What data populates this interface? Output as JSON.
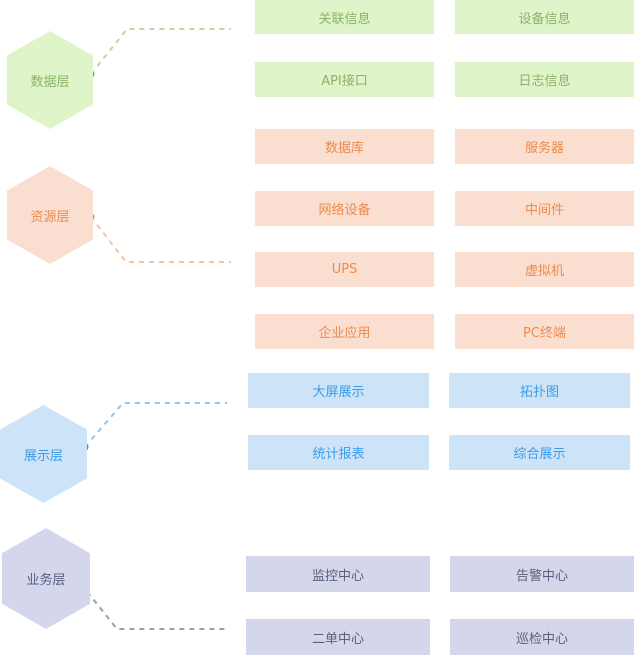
{
  "layers": [
    {
      "id": "data",
      "label": "数据层",
      "colors": {
        "fill": "#e0f4c9",
        "text": "#8cb369",
        "accent": "#7fa85a",
        "line": "#bcd9a0"
      },
      "items": [
        "关联信息",
        "设备信息",
        "API接口",
        "日志信息"
      ]
    },
    {
      "id": "resource",
      "label": "资源层",
      "colors": {
        "fill": "#fadfd1",
        "text": "#ec8b4d",
        "accent": "#f08a45",
        "line": "#f5c39f"
      },
      "items": [
        "数据库",
        "服务器",
        "网络设备",
        "中间件",
        "UPS",
        "虚拟机",
        "企业应用",
        "PC终端"
      ]
    },
    {
      "id": "display",
      "label": "展示层",
      "colors": {
        "fill": "#cde4f8",
        "text": "#3b9be8",
        "accent": "#2f93ec",
        "line": "#8cc6f2"
      },
      "items": [
        "大屏展示",
        "拓扑图",
        "统计报表",
        "综合展示"
      ]
    },
    {
      "id": "business",
      "label": "业务层",
      "colors": {
        "fill": "#d4d6ec",
        "text": "#5a5e80",
        "accent": "#454a6e",
        "line": "#9a9db5"
      },
      "items": [
        "监控中心",
        "告警中心",
        "二单中心",
        "巡检中心"
      ]
    }
  ]
}
